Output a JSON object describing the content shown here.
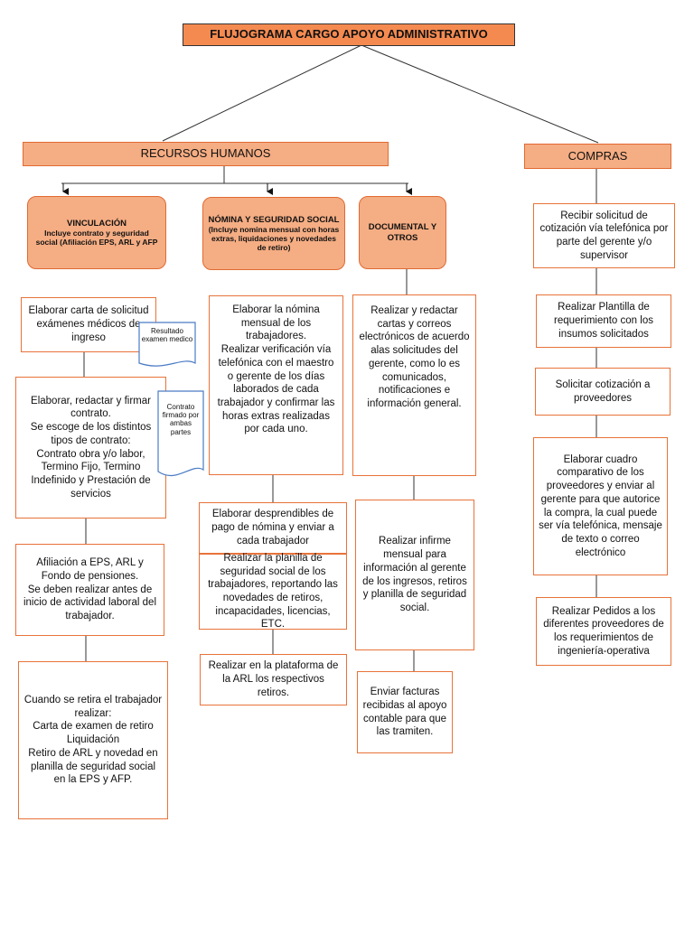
{
  "title": "FLUJOGRAMA CARGO APOYO ADMINISTRATIVO",
  "departments": {
    "rrhh": "RECURSOS HUMANOS",
    "compras": "COMPRAS"
  },
  "sections": {
    "vinculacion": {
      "title": "VINCULACIÓN",
      "detail": "Incluye contrato y seguridad social (Afiliación EPS, ARL y AFP"
    },
    "nomina": {
      "title": "NÓMINA Y SEGURIDAD SOCIAL",
      "detail": "(Incluye nomina mensual con horas extras, liquidaciones y novedades de retiro)"
    },
    "documental": {
      "title": "DOCUMENTAL Y OTROS",
      "detail": ""
    }
  },
  "vinculacion_steps": [
    "Elaborar carta de solicitud exámenes médicos de ingreso",
    "Elaborar, redactar y firmar contrato.\nSe escoge de los distintos tipos de contrato:\nContrato obra y/o labor, Termino Fijo, Termino Indefinido y Prestación de servicios",
    "Afiliación a EPS, ARL y Fondo de pensiones.\nSe deben realizar antes de inicio de actividad laboral del trabajador.",
    "Cuando se retira el trabajador realizar:\nCarta de examen de retiro\nLiquidación\nRetiro de ARL y novedad en planilla de seguridad social en la EPS y AFP."
  ],
  "documents": {
    "examen": "Resultado examen medico",
    "contrato": "Contrato firmado por ambas partes"
  },
  "nomina_steps": [
    "Elaborar la nómina mensual de los trabajadores.\nRealizar verificación vía telefónica con el maestro o gerente de los días laborados de cada trabajador y confirmar las horas extras realizadas por cada uno.",
    "Elaborar desprendibles de pago de nómina y enviar a cada trabajador",
    "Realizar la planilla de seguridad social de los trabajadores, reportando las novedades de retiros, incapacidades, licencias, ETC.",
    "Realizar en la plataforma de la ARL los respectivos retiros."
  ],
  "documental_steps": [
    "Realizar y redactar cartas y correos electrónicos de acuerdo alas solicitudes del gerente, como lo es comunicados, notificaciones e información general.",
    "Realizar infirme mensual para información al gerente de los ingresos, retiros y planilla de seguridad social.",
    "Enviar facturas recibidas al apoyo contable para que las tramiten."
  ],
  "compras_steps": [
    "Recibir solicitud de cotización vía telefónica por parte del gerente y/o supervisor",
    "Realizar Plantilla de requerimiento con los insumos solicitados",
    "Solicitar cotización a proveedores",
    "Elaborar cuadro comparativo de los proveedores y enviar al gerente para que autorice la compra, la cual puede ser vía telefónica, mensaje de texto o correo electrónico",
    "Realizar Pedidos a los diferentes proveedores de los requerimientos de ingeniería-operativa"
  ]
}
